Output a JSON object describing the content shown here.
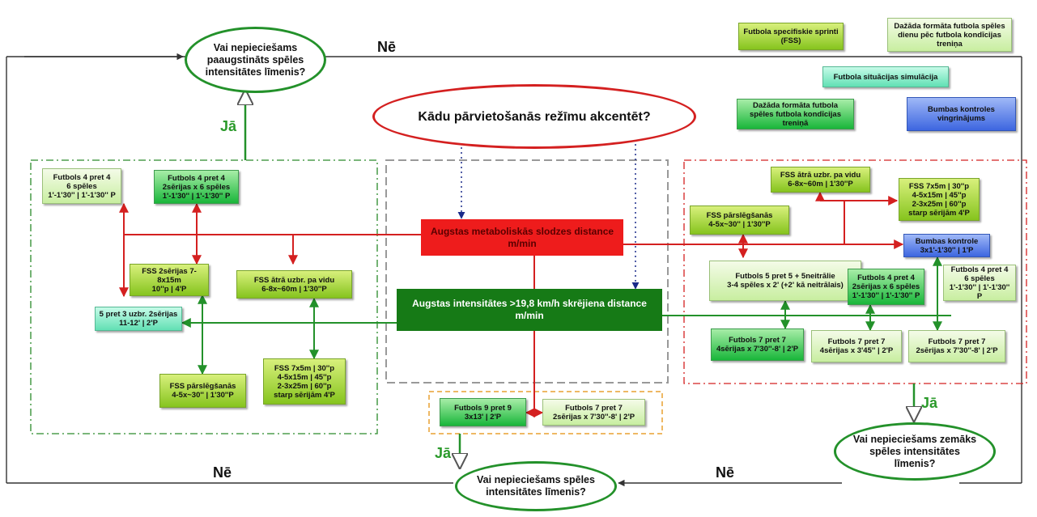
{
  "labels": {
    "ne_top": "Nē",
    "ne_bottom_left": "Nē",
    "ne_bottom_right": "Nē",
    "ja_left": "Jā",
    "ja_right": "Jā",
    "ja_bottom": "Jā"
  },
  "questions": {
    "top_left": "Vai nepieciešams paaugstināts spēles intensitātes līmenis?",
    "center": "Kādu pārvietošanās režīmu akcentēt?",
    "bottom_center": "Vai nepieciešams spēles intensitātes līmenis?",
    "bottom_right": "Vai nepieciešams zemāks spēles intensitātes līmenis?"
  },
  "bars": {
    "metabolic": "Augstas metaboliskās slodzes distance m/min",
    "intensity": "Augstas intensitātes >19,8 km/h skrējiena distance m/min"
  },
  "legend": {
    "fss": "Futbola specifiskie sprinti (FSS)",
    "day_after": "Dažāda formāta futbola spēles dienu pēc futbola kondīcijas treniņa",
    "simulation": "Futbola situācijas simulācija",
    "conditioning": "Dažāda formāta futbola spēles futbola kondīcijas treniņā",
    "ball_control": "Bumbas kontroles vingrinājums"
  },
  "left": {
    "f44_a": [
      "Futbols 4 pret 4",
      "6 spēles",
      "1'-1'30'' | 1'-1'30'' P"
    ],
    "f44_b": [
      "Futbols 4 pret 4",
      "2sērijas x 6 spēles",
      "1'-1'30'' | 1'-1'30'' P"
    ],
    "fss_series": [
      "FSS 2sērijas 7-8x15m",
      "10''p | 4'P"
    ],
    "fss_fast": [
      "FSS ātrā uzbr. pa vidu",
      "6-8x~60m | 1'30''P"
    ],
    "five_three": [
      "5 pret 3 uzbr. 2sērijas",
      "11-12' | 2'P"
    ],
    "fss_switch": [
      "FSS pārslēgšanās",
      "4-5x~30'' | 1'30''P"
    ],
    "fss_7x5": [
      "FSS 7x5m | 30''p",
      "4-5x15m | 45''p",
      "2-3x25m | 60''p",
      "starp sērijām 4'P"
    ]
  },
  "right": {
    "fss_fast": [
      "FSS ātrā uzbr. pa vidu",
      "6-8x~60m | 1'30''P"
    ],
    "fss_7x5": [
      "FSS 7x5m | 30''p",
      "4-5x15m | 45''p",
      "2-3x25m | 60''p",
      "starp sērijām 4'P"
    ],
    "fss_switch": [
      "FSS pārslēgšanās",
      "4-5x~30'' | 1'30''P"
    ],
    "ball_control": [
      "Bumbas kontrole",
      "3x1'-1'30'' | 1'P"
    ],
    "f55": [
      "Futbols 5 pret 5 + 5neitrālie",
      "3-4 spēles x 2' (+2' kā neitrālais)"
    ],
    "f44_b": [
      "Futbols 4 pret 4",
      "2sērijas x 6 spēles",
      "1'-1'30'' | 1'-1'30'' P"
    ],
    "f44_a": [
      "Futbols 4 pret 4",
      "6 spēles",
      "1'-1'30'' | 1'-1'30'' P"
    ],
    "f77_a": [
      "Futbols 7 pret 7",
      "4sērijas x 7'30''-8' | 2'P"
    ],
    "f77_b": [
      "Futbols 7 pret 7",
      "4sērijas x 3'45'' | 2'P"
    ],
    "f77_c": [
      "Futbols 7 pret 7",
      "2sērijas x 7'30''-8' | 2'P"
    ]
  },
  "bottom": {
    "f99": [
      "Futbols 9 pret 9",
      "3x13' | 2'P"
    ],
    "f77": [
      "Futbols 7 pret 7",
      "2sērijas x 7'30''-8' | 2'P"
    ]
  }
}
